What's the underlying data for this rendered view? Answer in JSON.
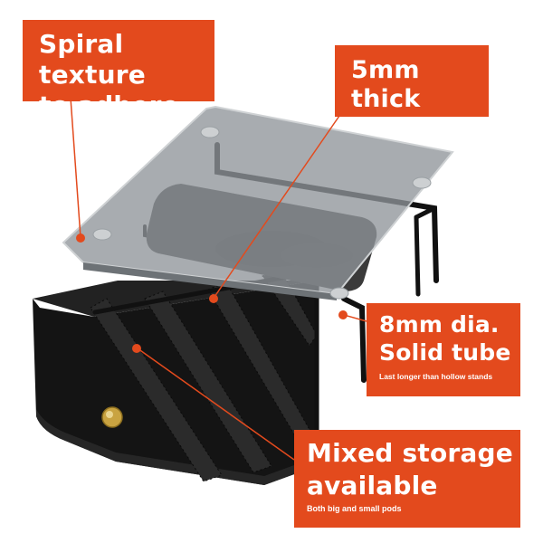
{
  "callouts": {
    "spiral": {
      "line1": "Spiral texture",
      "line2": "to adhere"
    },
    "thickness": {
      "title": "5mm thick",
      "subtitle": "Tempered glass for safety"
    },
    "tube": {
      "line1": "8mm dia.",
      "line2": "Solid tube",
      "subtitle": "Last longer than hollow stands"
    },
    "storage": {
      "line1": "Mixed storage",
      "line2": "available",
      "subtitle": "Both big and small pods"
    }
  },
  "colors": {
    "callout_background": "#e34a1d",
    "callout_text": "#ffffff",
    "leader_line": "#e34a1d",
    "marker_dot": "#e34a1d",
    "drawer": "#151515",
    "glass": "#8f959a",
    "knob": "#c9a341"
  }
}
